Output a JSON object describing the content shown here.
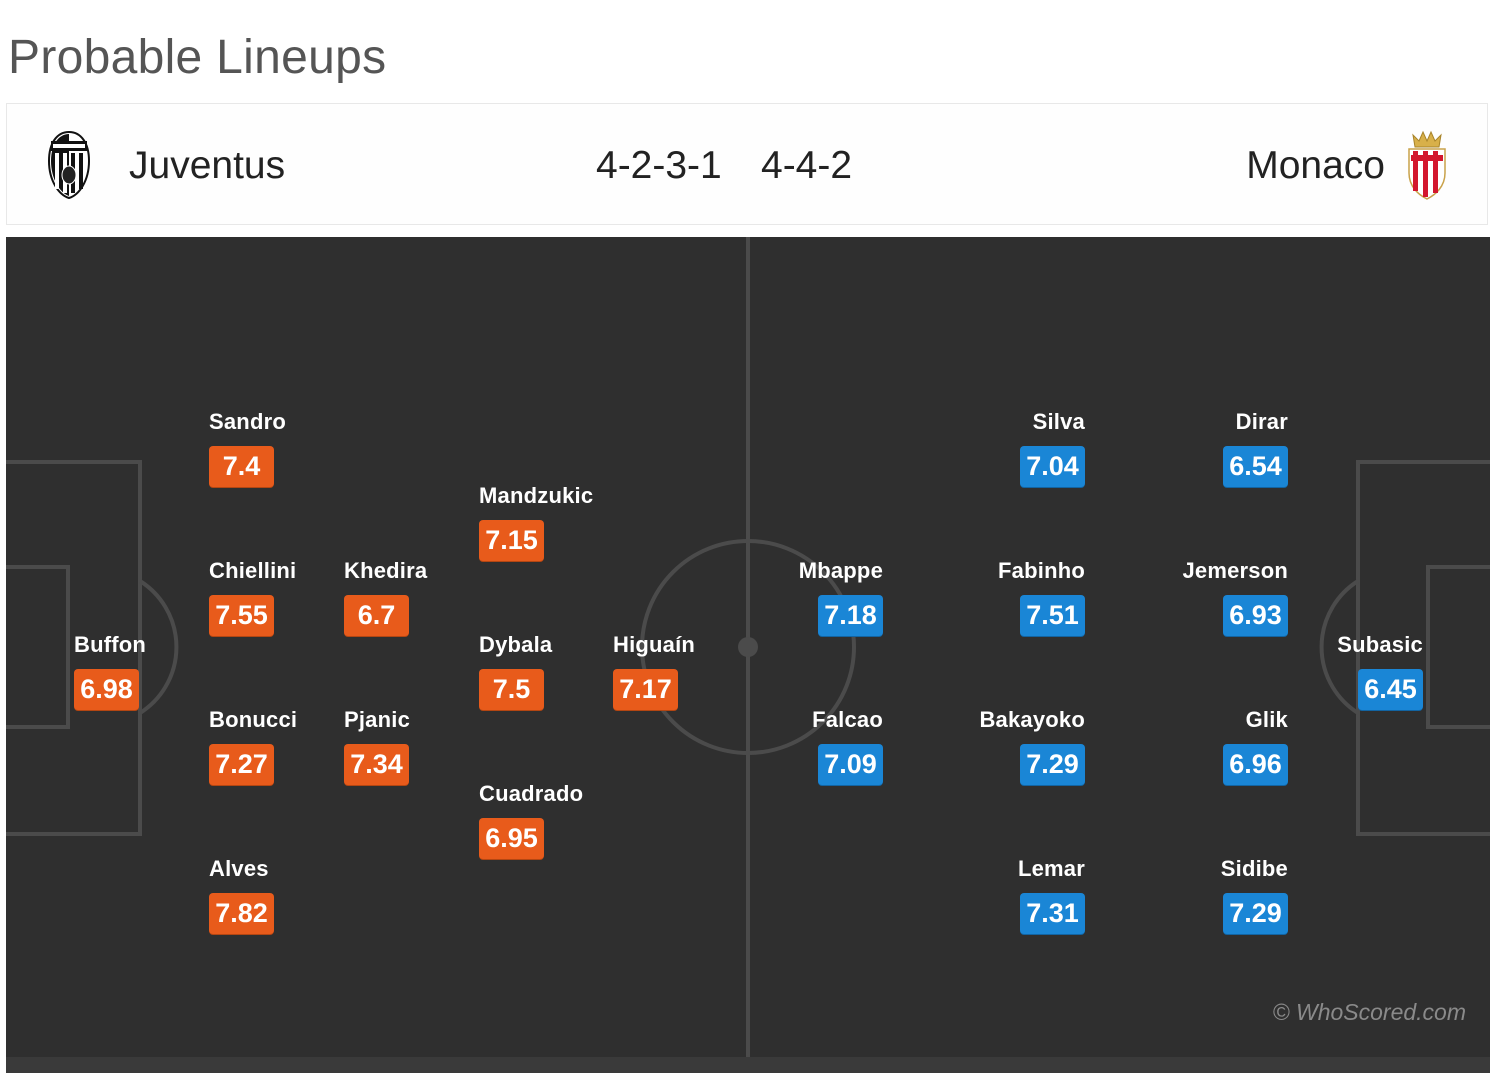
{
  "page": {
    "title": "Probable Lineups"
  },
  "home": {
    "name": "Juventus",
    "formation": "4-2-3-1",
    "crest_icon": "juventus-crest-icon",
    "rating_color": "#e85b1b",
    "players": [
      {
        "name": "Buffon",
        "rating": "6.98"
      },
      {
        "name": "Sandro",
        "rating": "7.4"
      },
      {
        "name": "Chiellini",
        "rating": "7.55"
      },
      {
        "name": "Bonucci",
        "rating": "7.27"
      },
      {
        "name": "Alves",
        "rating": "7.82"
      },
      {
        "name": "Khedira",
        "rating": "6.7"
      },
      {
        "name": "Pjanic",
        "rating": "7.34"
      },
      {
        "name": "Mandzukic",
        "rating": "7.15"
      },
      {
        "name": "Dybala",
        "rating": "7.5"
      },
      {
        "name": "Cuadrado",
        "rating": "6.95"
      },
      {
        "name": "Higuaín",
        "rating": "7.17"
      }
    ]
  },
  "away": {
    "name": "Monaco",
    "formation": "4-4-2",
    "crest_icon": "monaco-crest-icon",
    "rating_color": "#1a86d6",
    "players": [
      {
        "name": "Subasic",
        "rating": "6.45"
      },
      {
        "name": "Dirar",
        "rating": "6.54"
      },
      {
        "name": "Jemerson",
        "rating": "6.93"
      },
      {
        "name": "Glik",
        "rating": "6.96"
      },
      {
        "name": "Sidibe",
        "rating": "7.29"
      },
      {
        "name": "Silva",
        "rating": "7.04"
      },
      {
        "name": "Fabinho",
        "rating": "7.51"
      },
      {
        "name": "Bakayoko",
        "rating": "7.29"
      },
      {
        "name": "Lemar",
        "rating": "7.31"
      },
      {
        "name": "Mbappe",
        "rating": "7.18"
      },
      {
        "name": "Falcao",
        "rating": "7.09"
      }
    ]
  },
  "pitch": {
    "background": "#2f2f2f",
    "line_color": "#4a4a4a"
  },
  "watermark": "© WhoScored.com"
}
